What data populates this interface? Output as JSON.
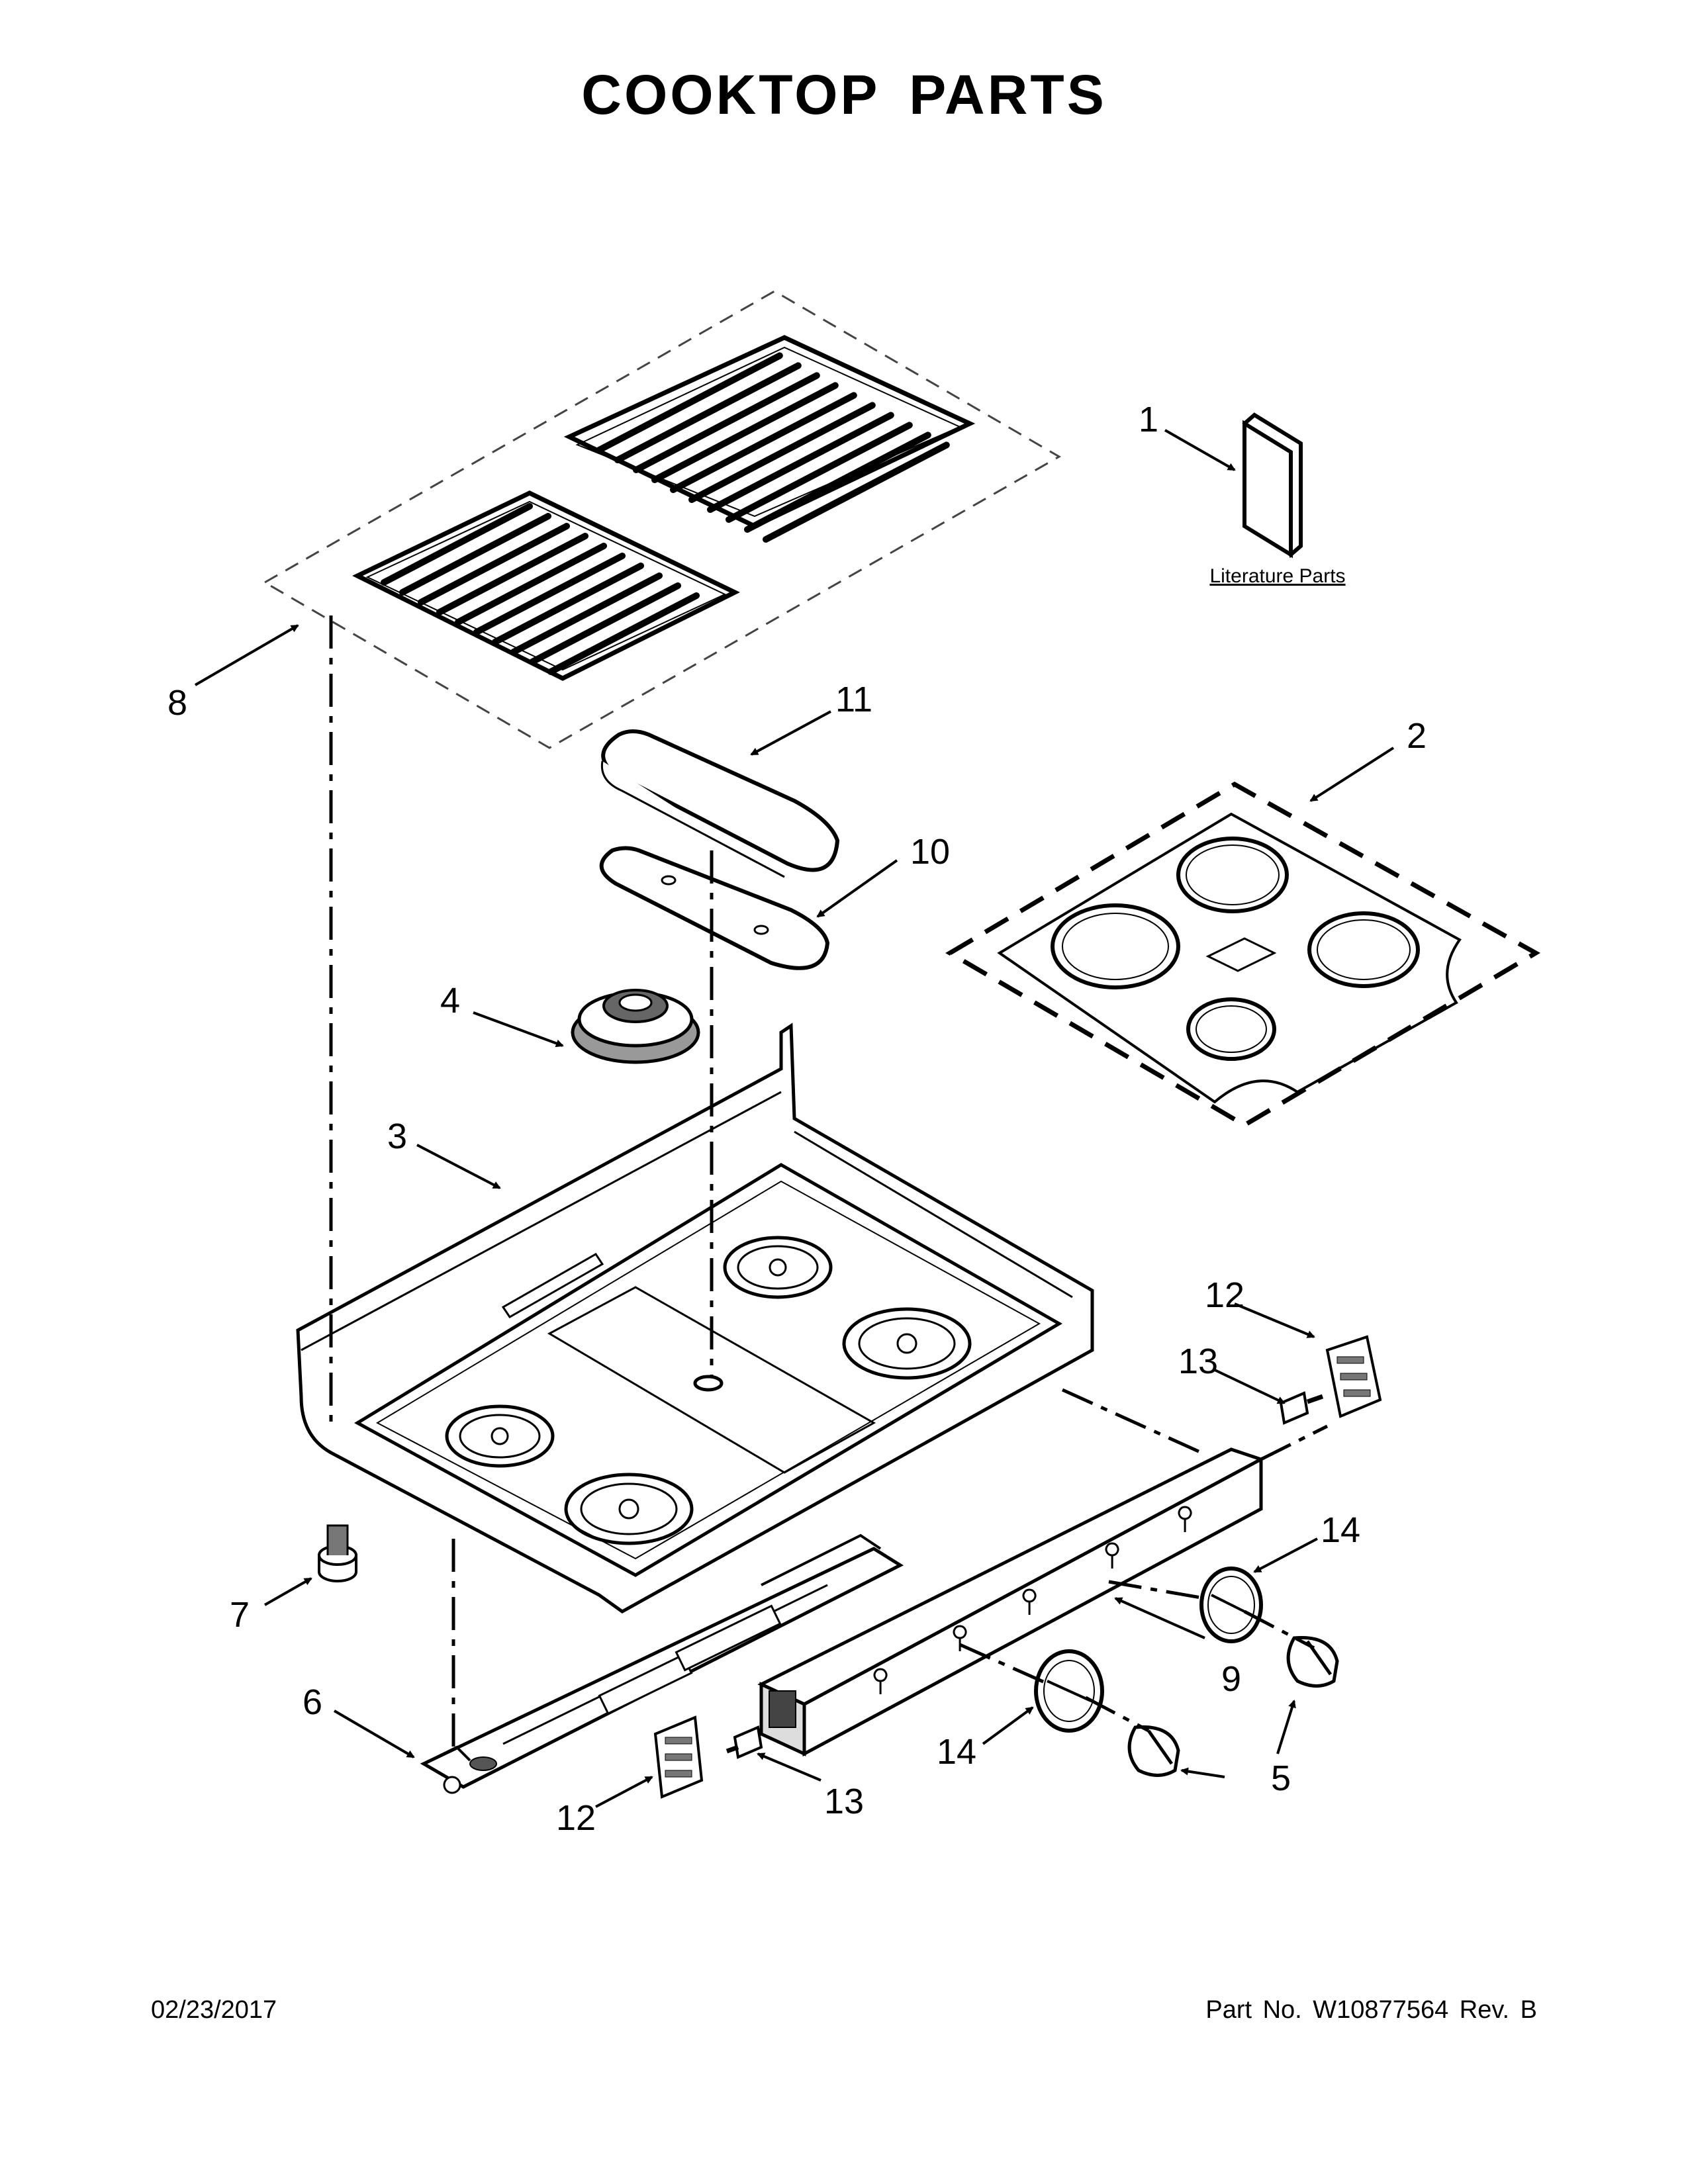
{
  "title": "COOKTOP PARTS",
  "callouts": {
    "c1": "1",
    "c2": "2",
    "c3": "3",
    "c4": "4",
    "c5": "5",
    "c6": "6",
    "c7": "7",
    "c8": "8",
    "c9": "9",
    "c10": "10",
    "c11": "11",
    "c12a": "12",
    "c12b": "12",
    "c13a": "13",
    "c13b": "13",
    "c14a": "14",
    "c14b": "14"
  },
  "literature_label": "Literature Parts",
  "footer": {
    "date": "02/23/2017",
    "part": "Part No.  W10877564  Rev.  B"
  }
}
